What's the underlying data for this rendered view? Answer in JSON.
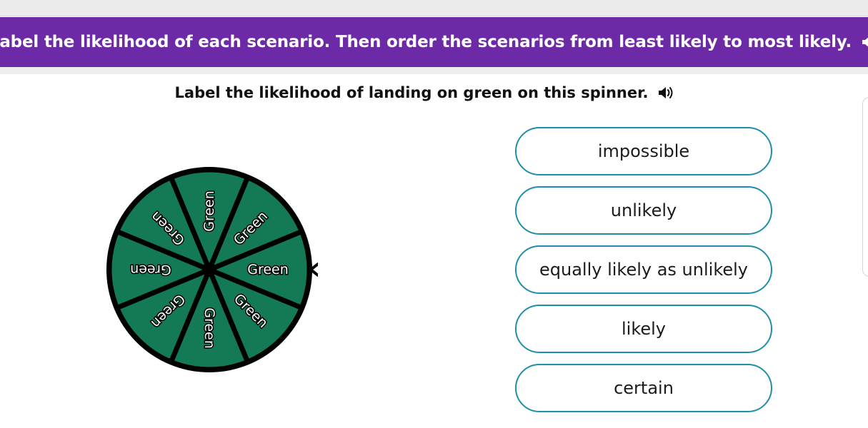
{
  "banner": {
    "instruction": "Label the likelihood of each scenario. Then order the scenarios from least likely to most likely.",
    "audio_icon": "speaker-icon"
  },
  "question": {
    "text": "Label the likelihood of landing on green on this spinner.",
    "audio_icon": "speaker-icon"
  },
  "spinner": {
    "section_label": "Green",
    "section_count": 8,
    "section_color": "#137a55",
    "pointer_icon": "pointer-triangle-icon"
  },
  "options": [
    {
      "label": "impossible"
    },
    {
      "label": "unlikely"
    },
    {
      "label": "equally likely as unlikely"
    },
    {
      "label": "likely"
    },
    {
      "label": "certain"
    }
  ],
  "colors": {
    "banner": "#6d2aa6",
    "option_border": "#1f8fa8"
  }
}
